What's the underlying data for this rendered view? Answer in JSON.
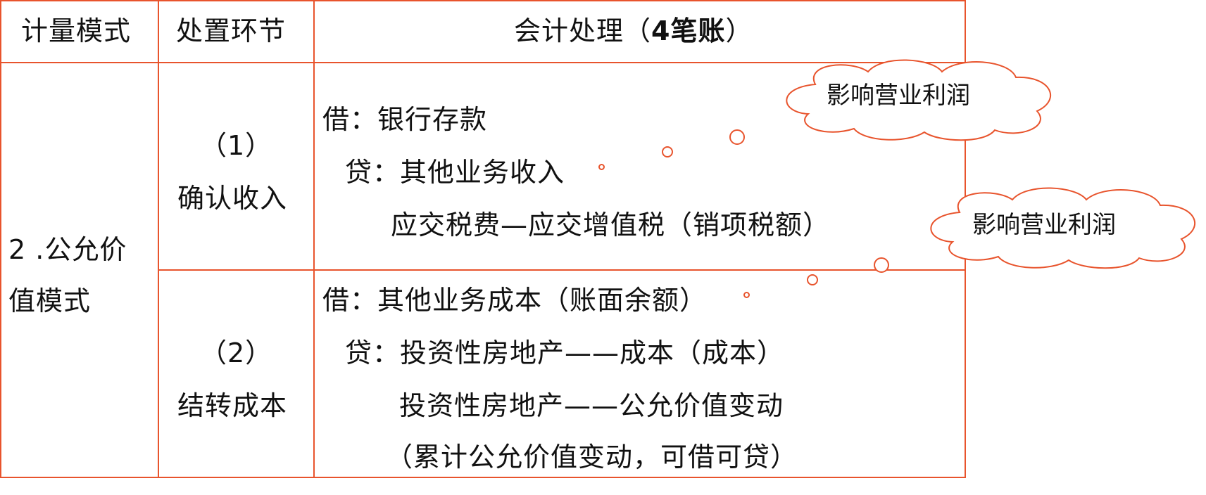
{
  "table": {
    "header": {
      "col1": "计量模式",
      "col2": "处置环节",
      "col3_prefix": "会计处理（",
      "col3_bold": "4笔账",
      "col3_suffix": "）"
    },
    "mode": {
      "line1": "2 .公允价",
      "line2": "值模式"
    },
    "step1": {
      "number": "（1）",
      "label": "确认收入",
      "lines": [
        "借：银行存款",
        "贷：其他业务收入",
        "应交税费—应交增值税（销项税额）"
      ]
    },
    "step2": {
      "number": "（2）",
      "label": "结转成本",
      "lines": [
        "借：其他业务成本（账面余额）",
        "贷：投资性房地产——成本（成本）",
        "投资性房地产——公允价值变动",
        "（累计公允价值变动，可借可贷）"
      ]
    }
  },
  "callouts": [
    {
      "text": "影响营业利润"
    },
    {
      "text": "影响营业利润"
    }
  ],
  "colors": {
    "border": "#e8542d",
    "text": "#111111"
  }
}
